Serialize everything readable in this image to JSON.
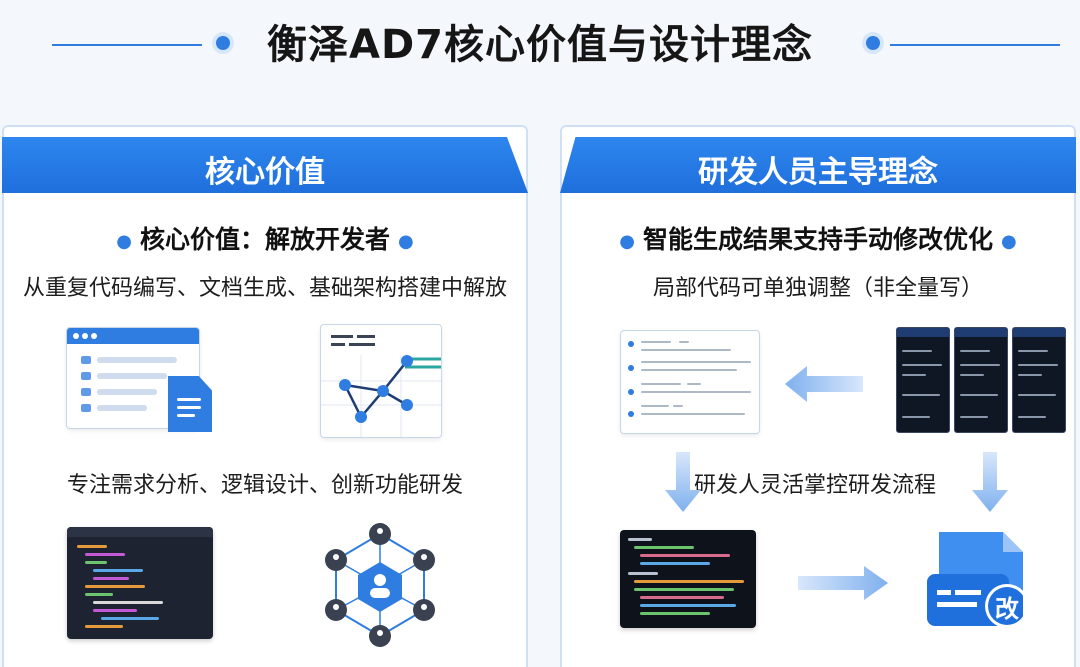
{
  "title": "衡泽AD7核心价值与设计理念",
  "colors": {
    "accent": "#2f7de1",
    "header_bg": "#1f6fdc",
    "code_bg": "#1d2330"
  },
  "left_panel": {
    "header": "核心价值",
    "subheading": "核心价值：解放开发者",
    "line1": "从重复代码编写、文档生成、基础架构搭建中解放",
    "line2": "专注需求分析、逻辑设计、创新功能研发",
    "icons": [
      "document-window-icon",
      "file-icon",
      "graph-network-icon",
      "code-editor-icon",
      "hexagon-network-icon"
    ]
  },
  "right_panel": {
    "header": "研发人员主导理念",
    "subheading": "智能生成结果支持手动修改优化",
    "line1": "局部代码可单独调整（非全量写）",
    "line2": "研发人灵活掌控研发流程",
    "badge": "改",
    "icons": [
      "task-list-icon",
      "terminal-icon",
      "arrow-left-icon",
      "arrow-down-icon",
      "arrow-right-icon",
      "edit-document-icon"
    ]
  }
}
